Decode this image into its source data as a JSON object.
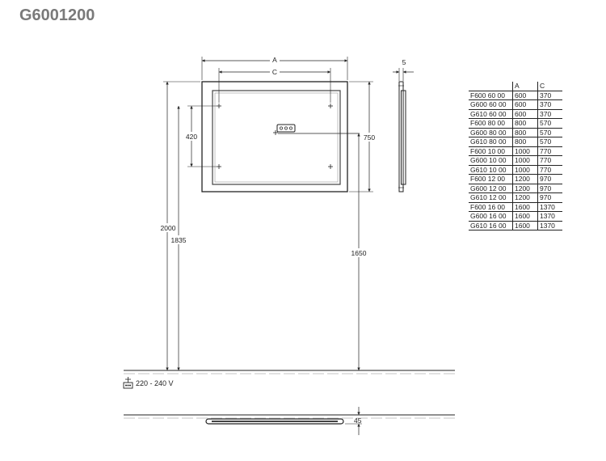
{
  "title": "G6001200",
  "dimensions": {
    "A": "A",
    "C": "C",
    "height_750": "750",
    "mount_420": "420",
    "depth_5": "5",
    "height_2000": "2000",
    "height_1835": "1835",
    "height_1650": "1650",
    "depth_45": "45"
  },
  "power_label": "220 - 240 V",
  "table": {
    "headers": [
      "",
      "A",
      "C"
    ],
    "rows": [
      [
        "F600 60 00",
        "600",
        "370"
      ],
      [
        "G600 60 00",
        "600",
        "370"
      ],
      [
        "G610 60 00",
        "600",
        "370"
      ],
      [
        "F600 80 00",
        "800",
        "570"
      ],
      [
        "G600 80 00",
        "800",
        "570"
      ],
      [
        "G610 80 00",
        "800",
        "570"
      ],
      [
        "F600 10 00",
        "1000",
        "770"
      ],
      [
        "G600 10 00",
        "1000",
        "770"
      ],
      [
        "G610 10 00",
        "1000",
        "770"
      ],
      [
        "F600 12 00",
        "1200",
        "970"
      ],
      [
        "G600 12 00",
        "1200",
        "970"
      ],
      [
        "G610 12 00",
        "1200",
        "970"
      ],
      [
        "F600 16 00",
        "1600",
        "1370"
      ],
      [
        "G600 16 00",
        "1600",
        "1370"
      ],
      [
        "G610 16 00",
        "1600",
        "1370"
      ]
    ]
  }
}
